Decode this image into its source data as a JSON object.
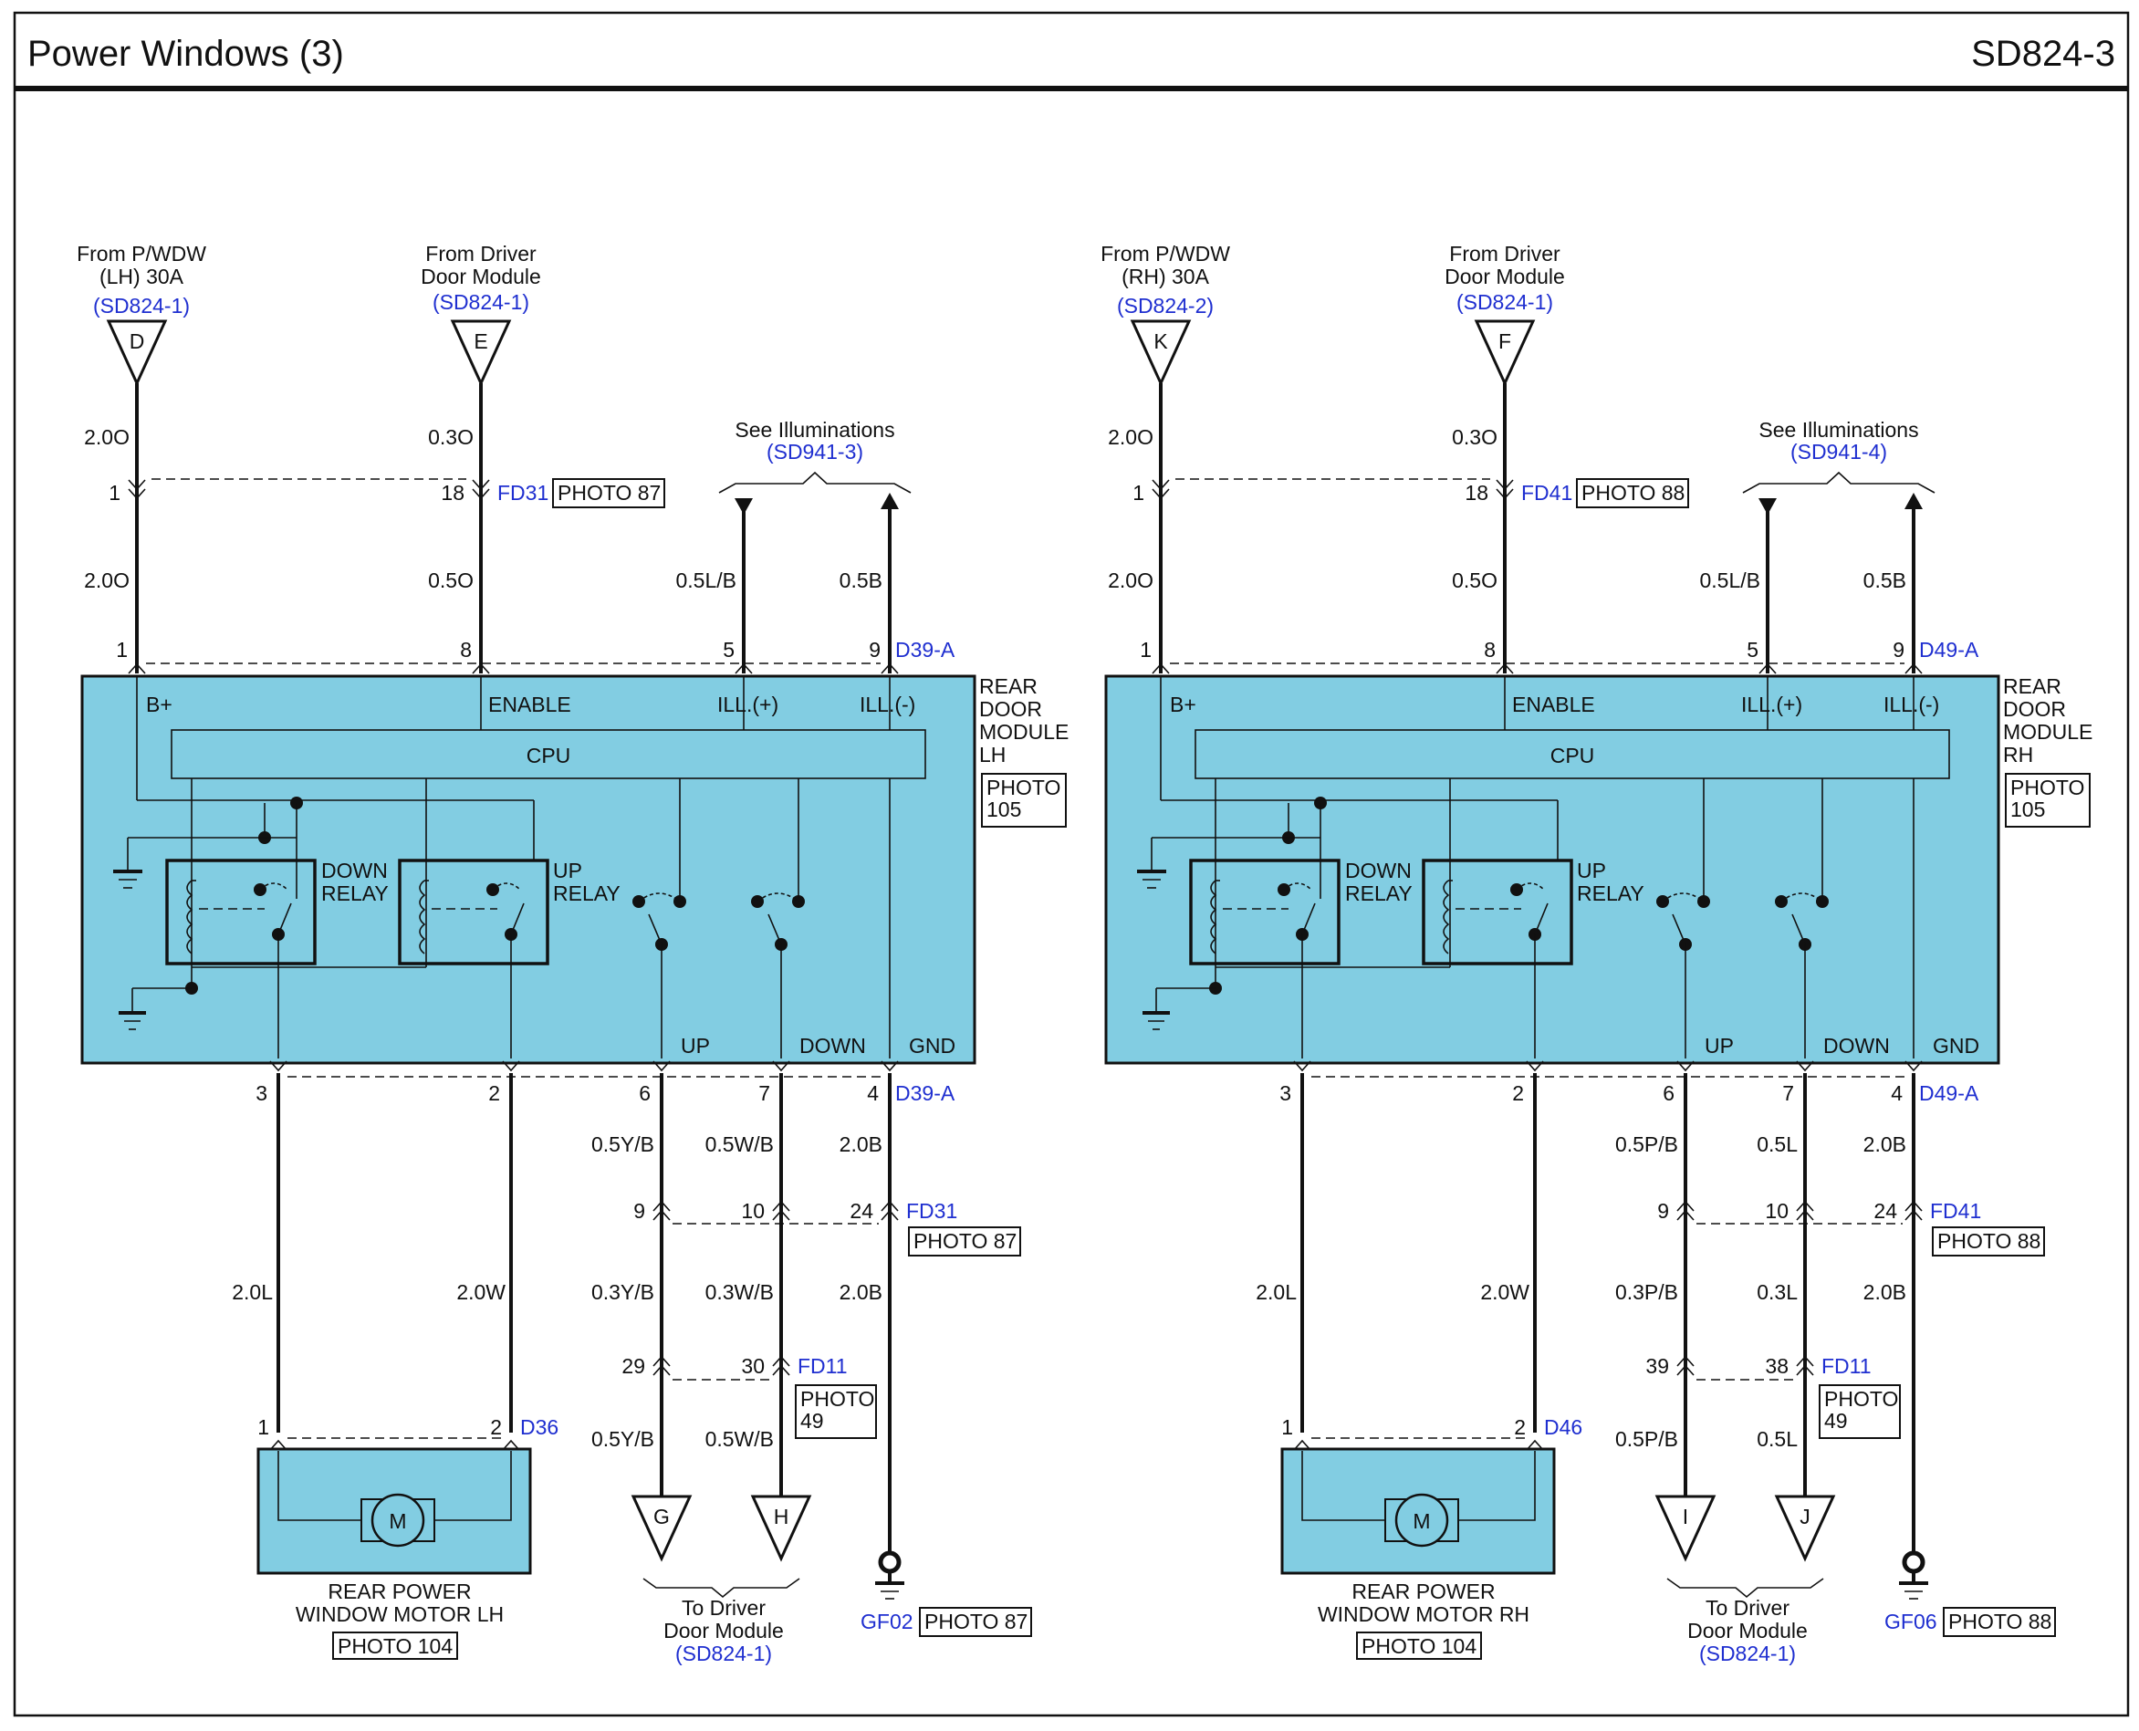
{
  "header": {
    "title": "Power Windows (3)",
    "code": "SD824-3"
  },
  "sides": [
    {
      "id": "lh",
      "power": {
        "lines": [
          "From P/WDW",
          "(LH) 30A"
        ],
        "ref": "(SD824-1)",
        "letter": "D"
      },
      "enable": {
        "lines": [
          "From Driver",
          "Door Module"
        ],
        "ref": "(SD824-1)",
        "letter": "E"
      },
      "illum": {
        "label": "See Illuminations",
        "ref": "(SD941-3)"
      },
      "wires": {
        "pwr_top": "2.0O",
        "pwr_bot": "2.0O",
        "en_top": "0.3O",
        "en_bot": "0.5O",
        "ill_pos": "0.5L/B",
        "ill_neg": "0.5B",
        "out1": "2.0L",
        "out2": "2.0W",
        "up_a": "0.5Y/B",
        "up_b": "0.3Y/B",
        "up_c": "0.5Y/B",
        "dn_a": "0.5W/B",
        "dn_b": "0.3W/B",
        "dn_c": "0.5W/B",
        "gnd_a": "2.0B",
        "gnd_b": "2.0B"
      },
      "top_conn": {
        "pin_pwr": "1",
        "pin_en": "18",
        "name": "FD31",
        "photo": "PHOTO 87"
      },
      "mod_top": {
        "p1": "1",
        "p8": "8",
        "p5": "5",
        "p9": "9",
        "name": "D39-A"
      },
      "module": {
        "b_plus": "B+",
        "enable": "ENABLE",
        "ill_pos": "ILL.(+)",
        "ill_neg": "ILL.(-)",
        "cpu": "CPU",
        "down_relay": [
          "DOWN",
          "RELAY"
        ],
        "up_relay": [
          "UP",
          "RELAY"
        ],
        "up": "UP",
        "down": "DOWN",
        "gnd": "GND",
        "name_lines": [
          "REAR",
          "DOOR",
          "MODULE",
          "LH"
        ],
        "photo": [
          "PHOTO",
          "105"
        ]
      },
      "mod_bot": {
        "p3": "3",
        "p2": "2",
        "p6": "6",
        "p7": "7",
        "p4": "4",
        "name": "D39-A"
      },
      "conn_mid": {
        "p9": "9",
        "p10": "10",
        "p24": "24",
        "name": "FD31",
        "photo": "PHOTO 87"
      },
      "conn_low": {
        "pa": "29",
        "pb": "30",
        "name": "FD11",
        "photo": [
          "PHOTO",
          "49"
        ]
      },
      "motor": {
        "p1": "1",
        "p2": "2",
        "name": "D36",
        "symbol": "M",
        "lines": [
          "REAR POWER",
          "WINDOW MOTOR LH"
        ],
        "photo": "PHOTO 104"
      },
      "outputs": {
        "a": "G",
        "b": "H",
        "to": [
          "To Driver",
          "Door Module"
        ],
        "ref": "(SD824-1)"
      },
      "ground": {
        "name": "GF02",
        "photo": "PHOTO 87"
      }
    },
    {
      "id": "rh",
      "power": {
        "lines": [
          "From P/WDW",
          "(RH) 30A"
        ],
        "ref": "(SD824-2)",
        "letter": "K"
      },
      "enable": {
        "lines": [
          "From Driver",
          "Door Module"
        ],
        "ref": "(SD824-1)",
        "letter": "F"
      },
      "illum": {
        "label": "See Illuminations",
        "ref": "(SD941-4)"
      },
      "wires": {
        "pwr_top": "2.0O",
        "pwr_bot": "2.0O",
        "en_top": "0.3O",
        "en_bot": "0.5O",
        "ill_pos": "0.5L/B",
        "ill_neg": "0.5B",
        "out1": "2.0L",
        "out2": "2.0W",
        "up_a": "0.5P/B",
        "up_b": "0.3P/B",
        "up_c": "0.5P/B",
        "dn_a": "0.5L",
        "dn_b": "0.3L",
        "dn_c": "0.5L",
        "gnd_a": "2.0B",
        "gnd_b": "2.0B"
      },
      "top_conn": {
        "pin_pwr": "1",
        "pin_en": "18",
        "name": "FD41",
        "photo": "PHOTO 88"
      },
      "mod_top": {
        "p1": "1",
        "p8": "8",
        "p5": "5",
        "p9": "9",
        "name": "D49-A"
      },
      "module": {
        "b_plus": "B+",
        "enable": "ENABLE",
        "ill_pos": "ILL.(+)",
        "ill_neg": "ILL.(-)",
        "cpu": "CPU",
        "down_relay": [
          "DOWN",
          "RELAY"
        ],
        "up_relay": [
          "UP",
          "RELAY"
        ],
        "up": "UP",
        "down": "DOWN",
        "gnd": "GND",
        "name_lines": [
          "REAR",
          "DOOR",
          "MODULE",
          "RH"
        ],
        "photo": [
          "PHOTO",
          "105"
        ]
      },
      "mod_bot": {
        "p3": "3",
        "p2": "2",
        "p6": "6",
        "p7": "7",
        "p4": "4",
        "name": "D49-A"
      },
      "conn_mid": {
        "p9": "9",
        "p10": "10",
        "p24": "24",
        "name": "FD41",
        "photo": "PHOTO 88"
      },
      "conn_low": {
        "pa": "39",
        "pb": "38",
        "name": "FD11",
        "photo": [
          "PHOTO",
          "49"
        ]
      },
      "motor": {
        "p1": "1",
        "p2": "2",
        "name": "D46",
        "symbol": "M",
        "lines": [
          "REAR POWER",
          "WINDOW MOTOR RH"
        ],
        "photo": "PHOTO 104"
      },
      "outputs": {
        "a": "I",
        "b": "J",
        "to": [
          "To Driver",
          "Door Module"
        ],
        "ref": "(SD824-1)"
      },
      "ground": {
        "name": "GF06",
        "photo": "PHOTO 88"
      }
    }
  ]
}
